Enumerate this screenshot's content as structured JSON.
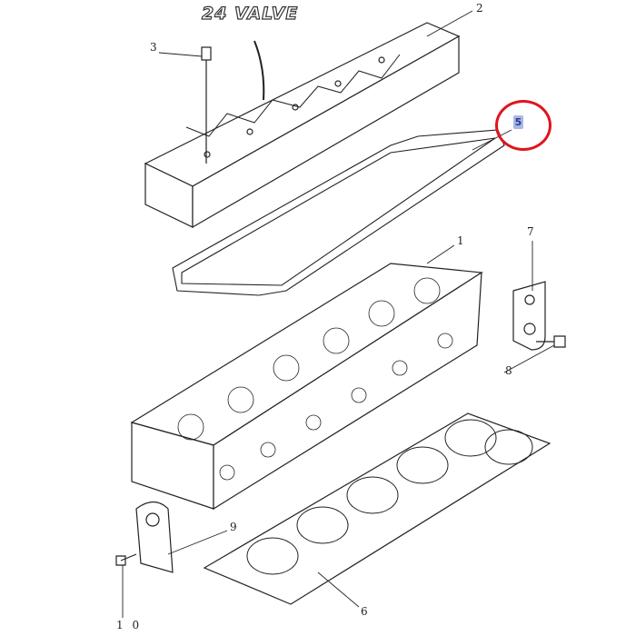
{
  "diagram": {
    "title_logo": "24 VALVE",
    "callouts": {
      "c1": "1",
      "c2": "2",
      "c3": "3",
      "c5": "5",
      "c6": "6",
      "c7": "7",
      "c8": "8",
      "c9": "9",
      "c10": "1 0"
    },
    "highlight_color": "#e0141e",
    "selected_callout": "5"
  }
}
